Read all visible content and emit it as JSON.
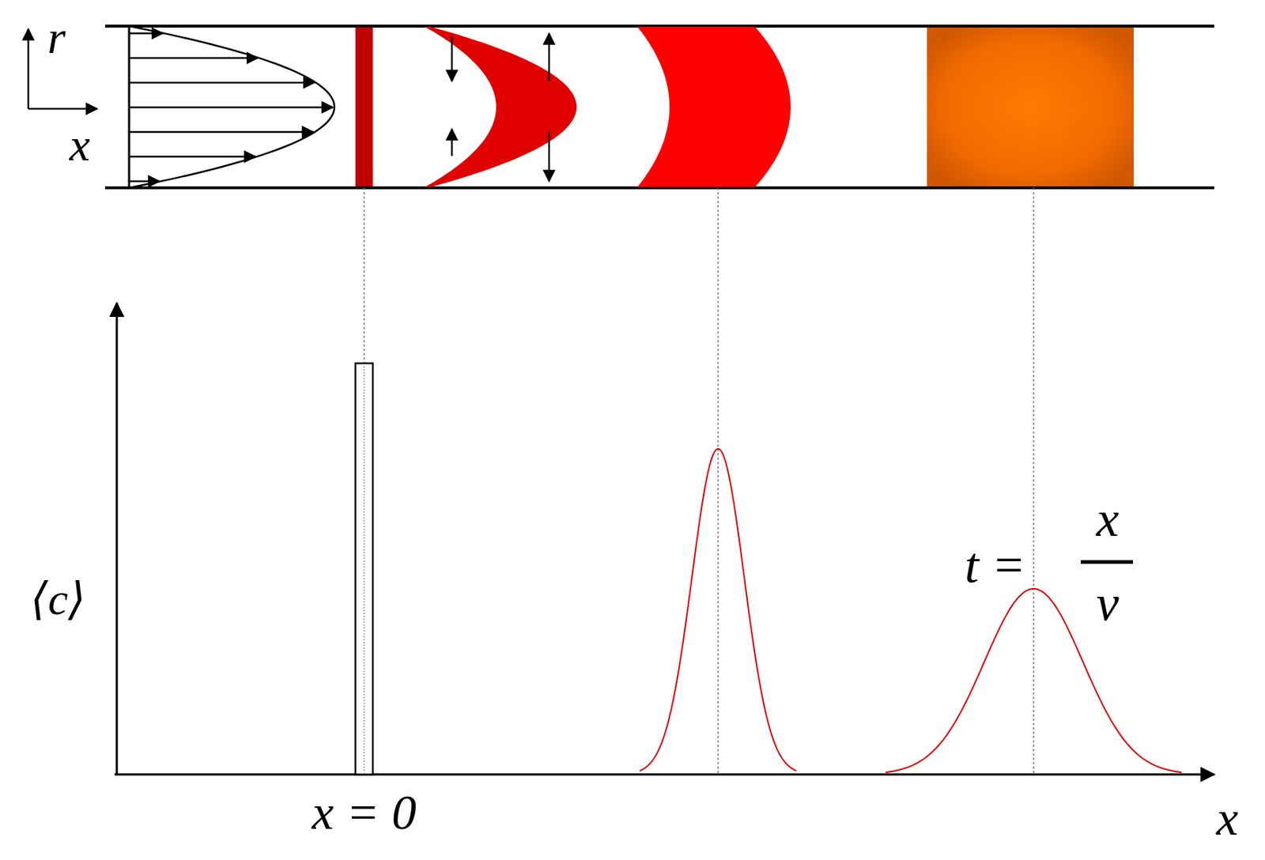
{
  "diagram": {
    "labels": [
      "r",
      "x",
      "⟨c⟩",
      "t =",
      "x",
      "v",
      "x = 0",
      "x"
    ]
  }
}
